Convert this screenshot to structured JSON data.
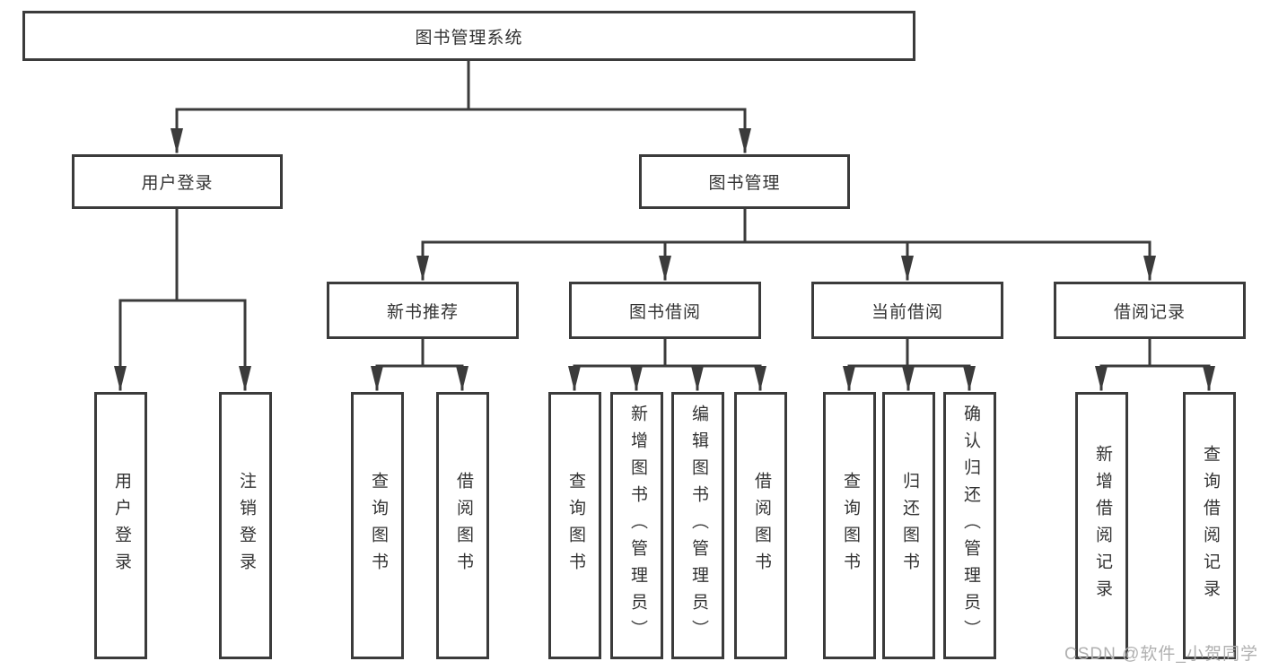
{
  "diagram": {
    "root": {
      "label": "图书管理系统"
    },
    "level1": {
      "user_login": {
        "label": "用户登录"
      },
      "book_mgmt": {
        "label": "图书管理"
      }
    },
    "level2": {
      "new_book_rec": {
        "label": "新书推荐"
      },
      "book_borrow": {
        "label": "图书借阅"
      },
      "current_borrow": {
        "label": "当前借阅"
      },
      "borrow_records": {
        "label": "借阅记录"
      }
    },
    "leaves": {
      "user_login_leaf": {
        "label": "用户登录"
      },
      "logout_leaf": {
        "label": "注销登录"
      },
      "query_books_rec": {
        "label": "查询图书"
      },
      "borrow_books_rec": {
        "label": "借阅图书"
      },
      "query_books_borrow": {
        "label": "查询图书"
      },
      "add_books_admin": {
        "label": "新增图书（管理员）"
      },
      "edit_books_admin": {
        "label": "编辑图书（管理员）"
      },
      "borrow_books_borrow": {
        "label": "借阅图书"
      },
      "query_books_current": {
        "label": "查询图书"
      },
      "return_books": {
        "label": "归还图书"
      },
      "confirm_return_admin": {
        "label": "确认归还（管理员）"
      },
      "add_borrow_record": {
        "label": "新增借阅记录"
      },
      "query_borrow_record": {
        "label": "查询借阅记录"
      }
    }
  },
  "watermark": "CSDN @软件_小贺同学",
  "colors": {
    "line": "#3b3b3b",
    "text": "#333333",
    "watermark": "#b0b0b0",
    "background": "#ffffff"
  }
}
